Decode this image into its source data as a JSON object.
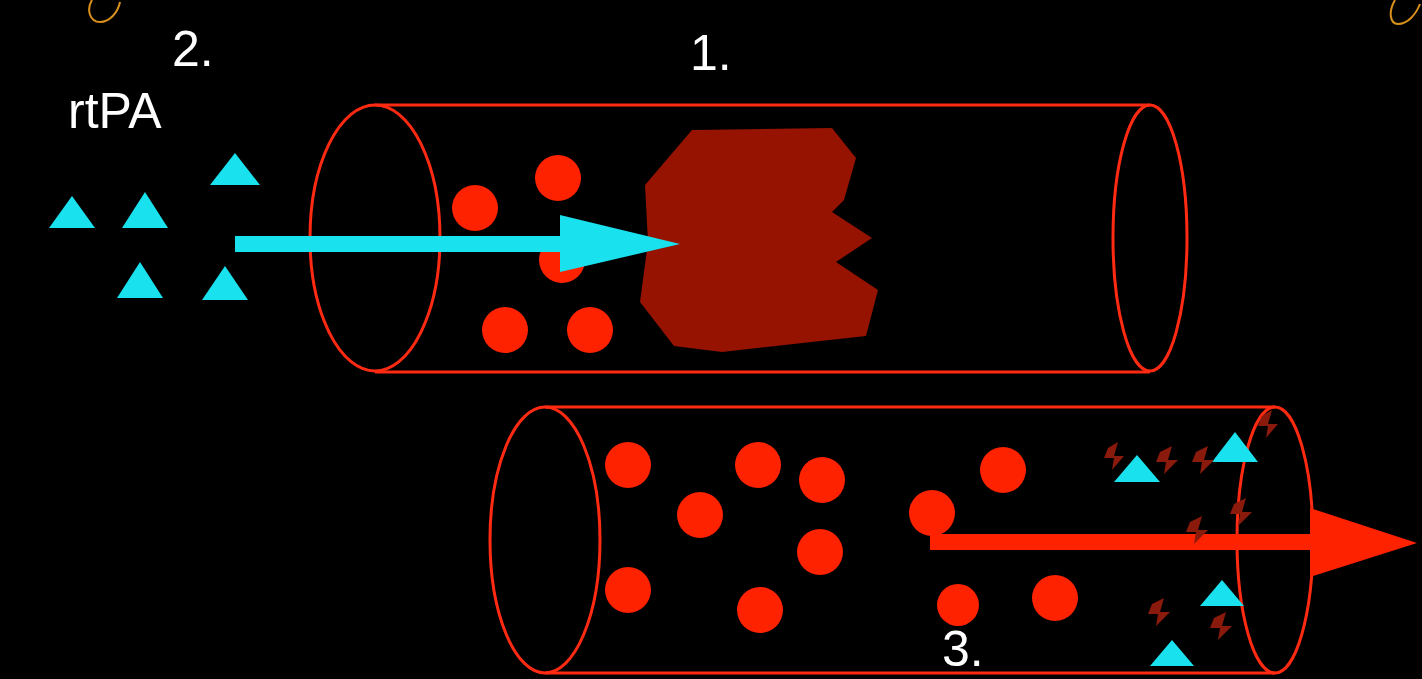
{
  "diagram": {
    "labels": [
      "2.",
      "1.",
      "rtPA",
      "3."
    ]
  }
}
